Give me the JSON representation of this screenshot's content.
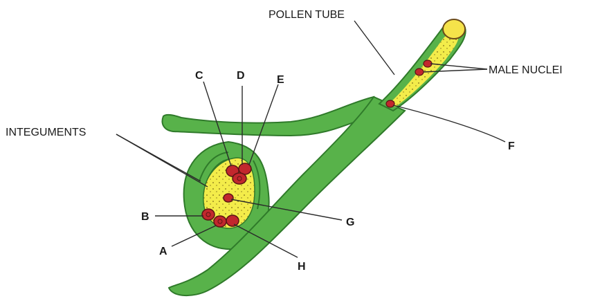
{
  "colors": {
    "tissue": "#58b24a",
    "tissue_edge": "#2f7a2a",
    "sac": "#f3ec4a",
    "cell": "#c2272d",
    "cell_edge": "#5a1414",
    "pollen_grain": "#f5e34a",
    "text": "#1a1a1a"
  },
  "labels": {
    "pollen_tube": "POLLEN TUBE",
    "male_nuclei": "MALE NUCLEI",
    "integuments": "INTEGUMENTS",
    "a": "A",
    "b": "B",
    "c": "C",
    "d": "D",
    "e": "E",
    "f": "F",
    "g": "G",
    "h": "H"
  }
}
